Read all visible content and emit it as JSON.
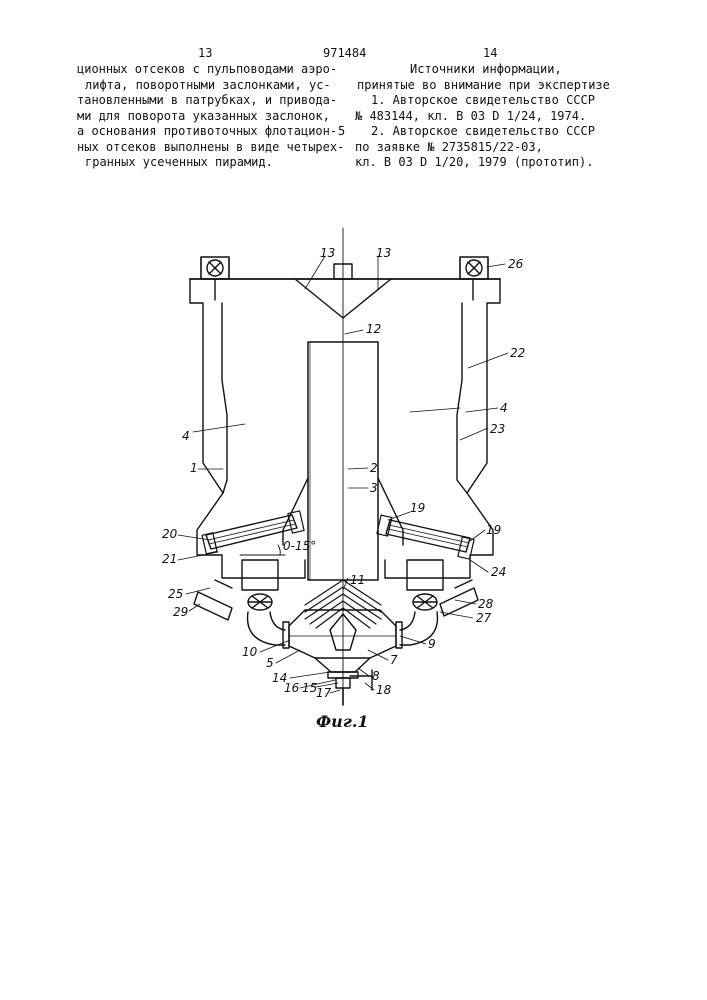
{
  "header": {
    "page_left": "13",
    "patent_number": "971484",
    "page_right": "14"
  },
  "left_column": {
    "lines": [
      "ционных отсеков с пульповодами аэро-",
      "лифта, поворотными заслонками, ус-",
      "тановленными в патрубках, и привода-",
      "ми для поворота указанных заслонок,",
      "а основания противоточных флотацион-",
      "ных отсеков выполнены в виде четырех-",
      "гранных усеченных пирамид."
    ],
    "margin_marker": "5"
  },
  "right_column": {
    "heading_lines": [
      "Источники информации,",
      "принятые во внимание при экспертизе"
    ],
    "ref_lines": [
      "1. Авторское свидетельство СССР",
      "№ 483144, кл. В 03 D 1/24, 1974.",
      "2. Авторское свидетельство СССР",
      "по заявке № 2735815/22-03,",
      "кл. В 03 D 1/20, 1979 (прототип)."
    ]
  },
  "figure": {
    "caption": "Фиг.1",
    "angle_label": "0-15°",
    "labels": [
      "13",
      "13",
      "26",
      "12",
      "22",
      "4",
      "4",
      "23",
      "1",
      "2",
      "3",
      "19",
      "19",
      "20",
      "21",
      "24",
      "25",
      "29",
      "28",
      "27",
      "11",
      "10",
      "5",
      "14",
      "16",
      "15",
      "17",
      "18",
      "8",
      "7",
      "9"
    ]
  }
}
